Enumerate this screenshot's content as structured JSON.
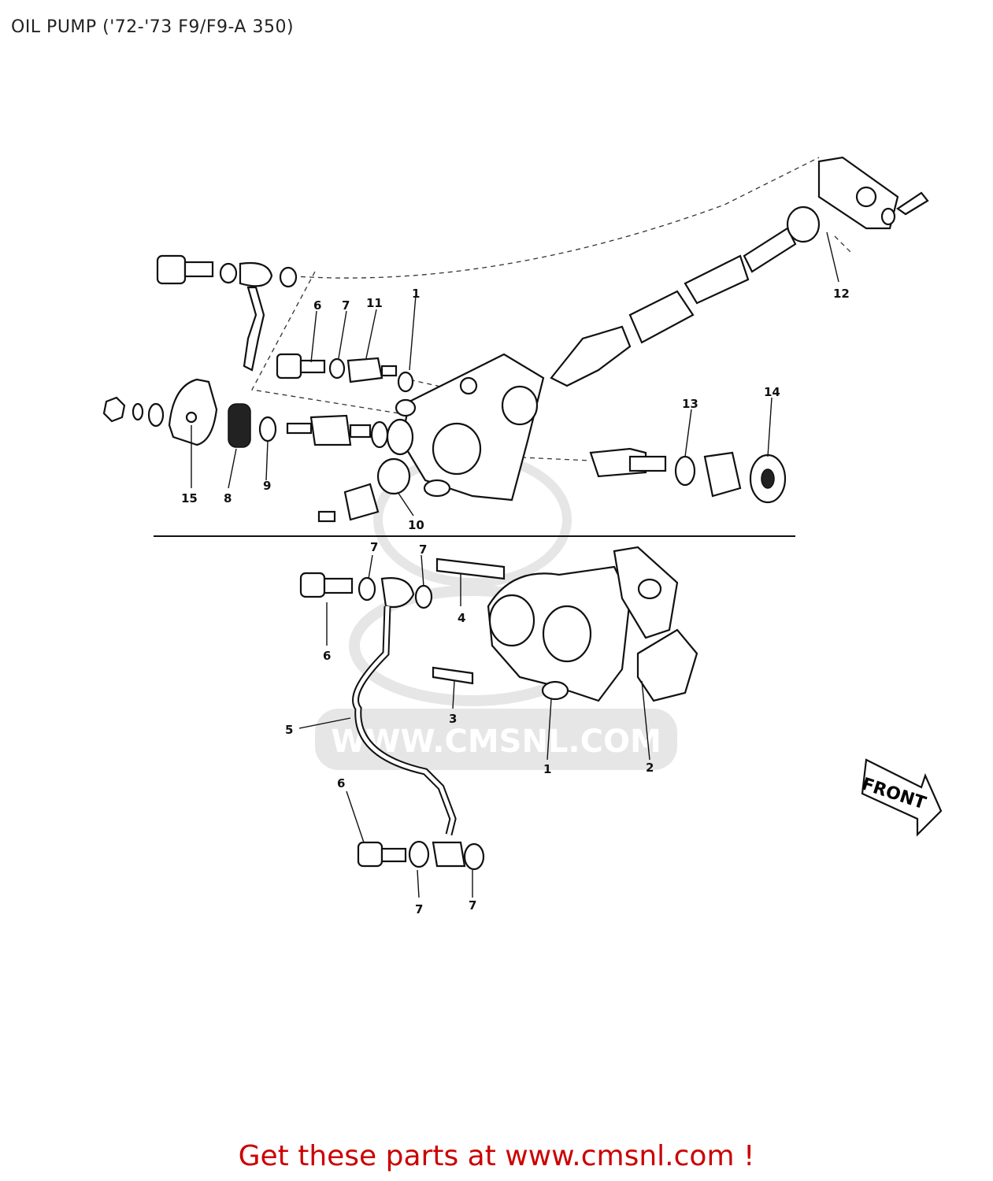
{
  "title": "OIL PUMP ('72-'73 F9/F9-A 350)",
  "watermark": "WWW.CMSNL.COM",
  "front_label": "FRONT",
  "promo_text": "Get these parts at www.cmsnl.com !",
  "callouts": {
    "c1a": "1",
    "c6a": "6",
    "c7a": "7",
    "c11": "11",
    "c12": "12",
    "c13": "13",
    "c14": "14",
    "c15": "15",
    "c8": "8",
    "c9": "9",
    "c10": "10",
    "c7b": "7",
    "c7c": "7",
    "c4": "4",
    "c6b": "6",
    "c3": "3",
    "c1b": "1",
    "c2": "2",
    "c5": "5",
    "c6c": "6",
    "c7d": "7",
    "c7e": "7"
  }
}
